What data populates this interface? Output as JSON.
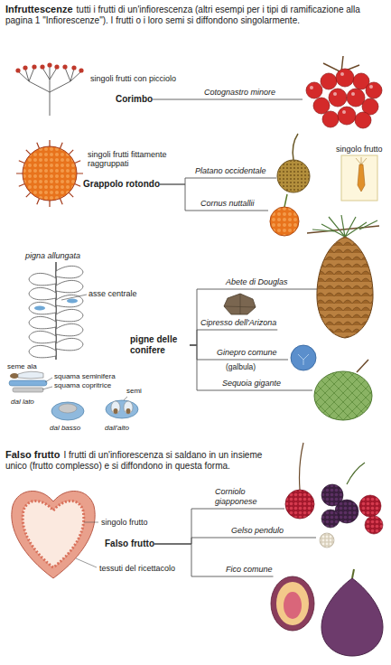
{
  "diagram": {
    "title": "Infruttescenze",
    "nodes": [
      {
        "text": [
          "Corimbo"
        ]
      },
      {
        "text": [
          "Cotognastro minore"
        ]
      },
      {
        "text": [
          "Grappolo rotondo"
        ]
      },
      {
        "text": [
          "Platano occidentale"
        ]
      },
      {
        "text": [
          "Cornus nuttallii"
        ]
      },
      {
        "text": [
          "pigne delle conifere"
        ]
      },
      {
        "text": [
          "Abete di Douglas"
        ]
      },
      {
        "text": [
          "Cipresso dell'Arizona"
        ]
      },
      {
        "text": [
          "Ginepro comune"
        ]
      },
      {
        "text": [
          "Sequoia gigante"
        ]
      },
      {
        "text": [
          "Falso frutto"
        ]
      },
      {
        "text": [
          "Corniolo giapponese"
        ]
      },
      {
        "text": [
          "Gelso pendulo"
        ]
      },
      {
        "text": [
          "Fico comune"
        ]
      }
    ],
    "edges": [
      {
        "from": 0,
        "to": 1,
        "arrow": "none"
      },
      {
        "from": 2,
        "to": 3,
        "arrow": "none"
      },
      {
        "from": 2,
        "to": 4,
        "arrow": "none"
      },
      {
        "from": 5,
        "to": 6,
        "arrow": "none"
      },
      {
        "from": 5,
        "to": 7,
        "arrow": "none"
      },
      {
        "from": 5,
        "to": 8,
        "arrow": "none"
      },
      {
        "from": 5,
        "to": 9,
        "arrow": "none"
      },
      {
        "from": 10,
        "to": 11,
        "arrow": "none"
      },
      {
        "from": 10,
        "to": 12,
        "arrow": "none"
      },
      {
        "from": 10,
        "to": 13,
        "arrow": "none"
      }
    ],
    "labels": [
      "tutti i frutti di un'infiorescenza (altri esempi per i tipi di ramificazione alla pagina 1 \"Infiorescenze\"). I frutti o i loro semi si diffondono singolarmente.",
      "singoli frutti con picciolo",
      "singoli frutti fittamente raggruppati",
      "singolo frutto",
      "pigna allungata",
      "asse centrale",
      "seme",
      "ala",
      "squama seminifera",
      "squama copritrice",
      "dal lato",
      "dal basso",
      "semi",
      "dall'alto",
      "(galbula)",
      "Falso frutto",
      "I frutti di un'infiorescenza si saldano in un insieme unico (frutto complesso) e si diffondono in questa forma.",
      "singolo frutto",
      "tessuti del ricettacolo"
    ]
  }
}
